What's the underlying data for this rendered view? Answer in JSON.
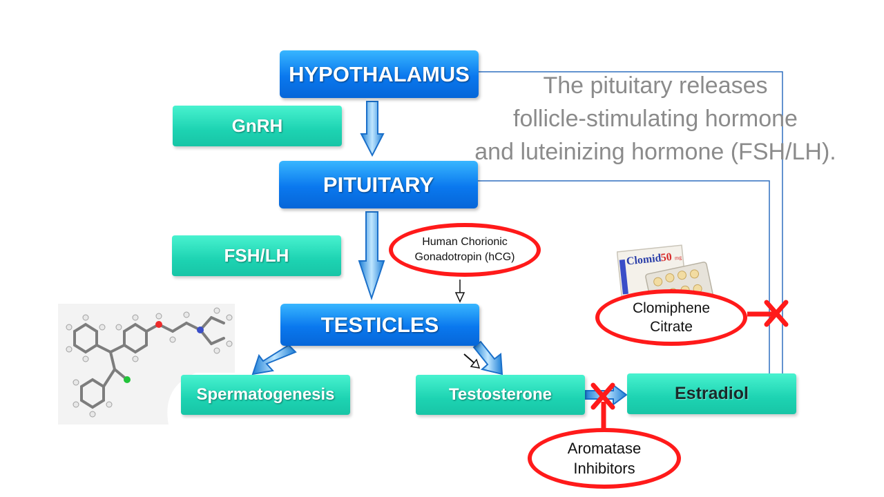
{
  "caption": {
    "line1": "The pituitary releases",
    "line2": "follicle-stimulating hormone",
    "line3": "and luteinizing hormone (FSH/LH)."
  },
  "nodes": {
    "hypothalamus": "HYPOTHALAMUS",
    "pituitary": "PITUITARY",
    "testicles": "TESTICLES"
  },
  "hormones": {
    "gnrh": "GnRH",
    "fsh_lh": "FSH/LH"
  },
  "outputs": {
    "spermatogenesis": "Spermatogenesis",
    "testosterone": "Testosterone",
    "estradiol": "Estradiol"
  },
  "drugs": {
    "hcg_line1": "Human Chorionic",
    "hcg_line2": "Gonadotropin (hCG)",
    "clomiphene_line1": "Clomiphene",
    "clomiphene_line2": "Citrate",
    "aromatase_line1": "Aromatase",
    "aromatase_line2": "Inhibitors"
  },
  "package": {
    "brand": "Clomid",
    "dose": "50",
    "unit": "mg"
  },
  "colors": {
    "node_blue": "#0a78ee",
    "hormone_teal": "#1dd3b2",
    "inhibit_red": "#ff1a1a",
    "feedback_line": "#2f6fbf",
    "caption_gray": "#8b8b8b"
  }
}
